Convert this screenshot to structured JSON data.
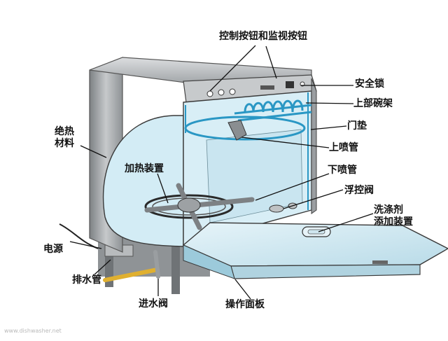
{
  "labels": {
    "control_buttons": "控制按钮和监视按钮",
    "safety_lock": "安全锁",
    "upper_rack": "上部碗架",
    "door_seal": "门垫",
    "insulation": "绝热\n材料",
    "upper_spray_arm": "上喷管",
    "heater": "加热装置",
    "lower_spray_arm": "下喷管",
    "float_valve": "浮控阀",
    "detergent_dispenser": "洗涤剂\n添加装置",
    "power": "电源",
    "drain_pipe": "排水管",
    "inlet_valve": "进水阀",
    "control_panel": "操作面板"
  },
  "watermark": "www.dishwasher.net",
  "colors": {
    "cavity": "#d8eef6",
    "metal": "#a7aaad",
    "door_panel": "#cfe8f2",
    "rack": "#2a97c4",
    "drain": "#e0b030"
  }
}
